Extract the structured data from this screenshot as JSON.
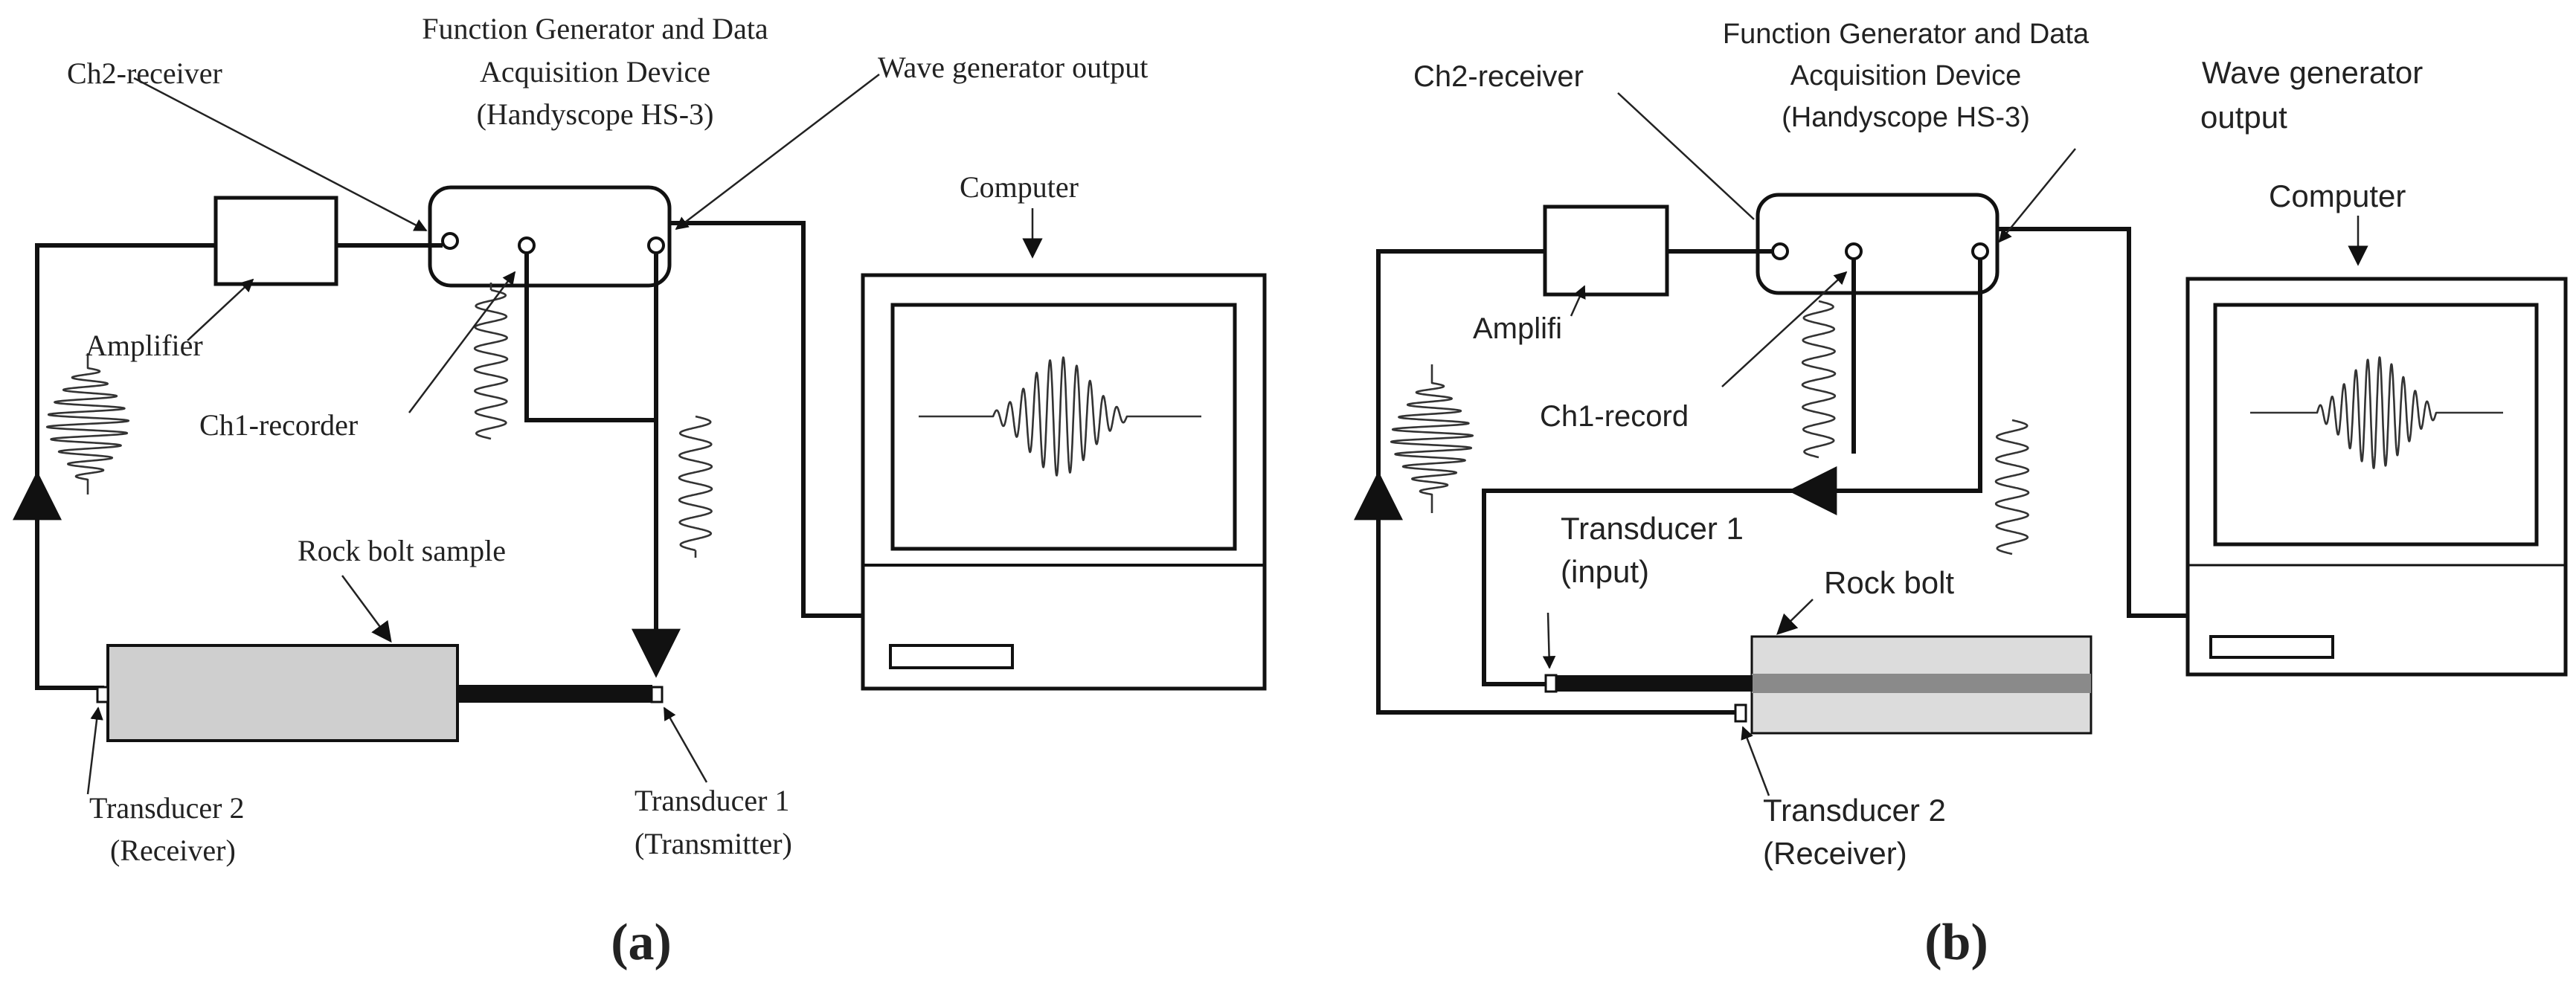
{
  "panel_a": {
    "title_line1": "Function Generator and Data",
    "title_line2": "Acquisition Device",
    "title_line3": "(Handyscope HS-3)",
    "ch2": "Ch2-receiver",
    "wave_output": "Wave generator output",
    "computer": "Computer",
    "amplifier": "Amplifier",
    "ch1": "Ch1-recorder",
    "rock_bolt": "Rock bolt sample",
    "t2_line1": "Transducer 2",
    "t2_line2": "(Receiver)",
    "t1_line1": "Transducer 1",
    "t1_line2": "(Transmitter)",
    "caption": "(a)"
  },
  "panel_b": {
    "title_line1": "Function Generator and Data",
    "title_line2": "Acquisition Device",
    "title_line3": "(Handyscope HS-3)",
    "ch2": "Ch2-receiver",
    "wave_output_line1": "Wave generator",
    "wave_output_line2": "output",
    "computer": "Computer",
    "amplifier": "Amplifi",
    "ch1": "Ch1-record",
    "t1_line1": "Transducer 1",
    "t1_line2": "(input)",
    "rock_bolt": "Rock bolt",
    "t2_line1": "Transducer 2",
    "t2_line2": "(Receiver)",
    "caption": "(b)"
  }
}
